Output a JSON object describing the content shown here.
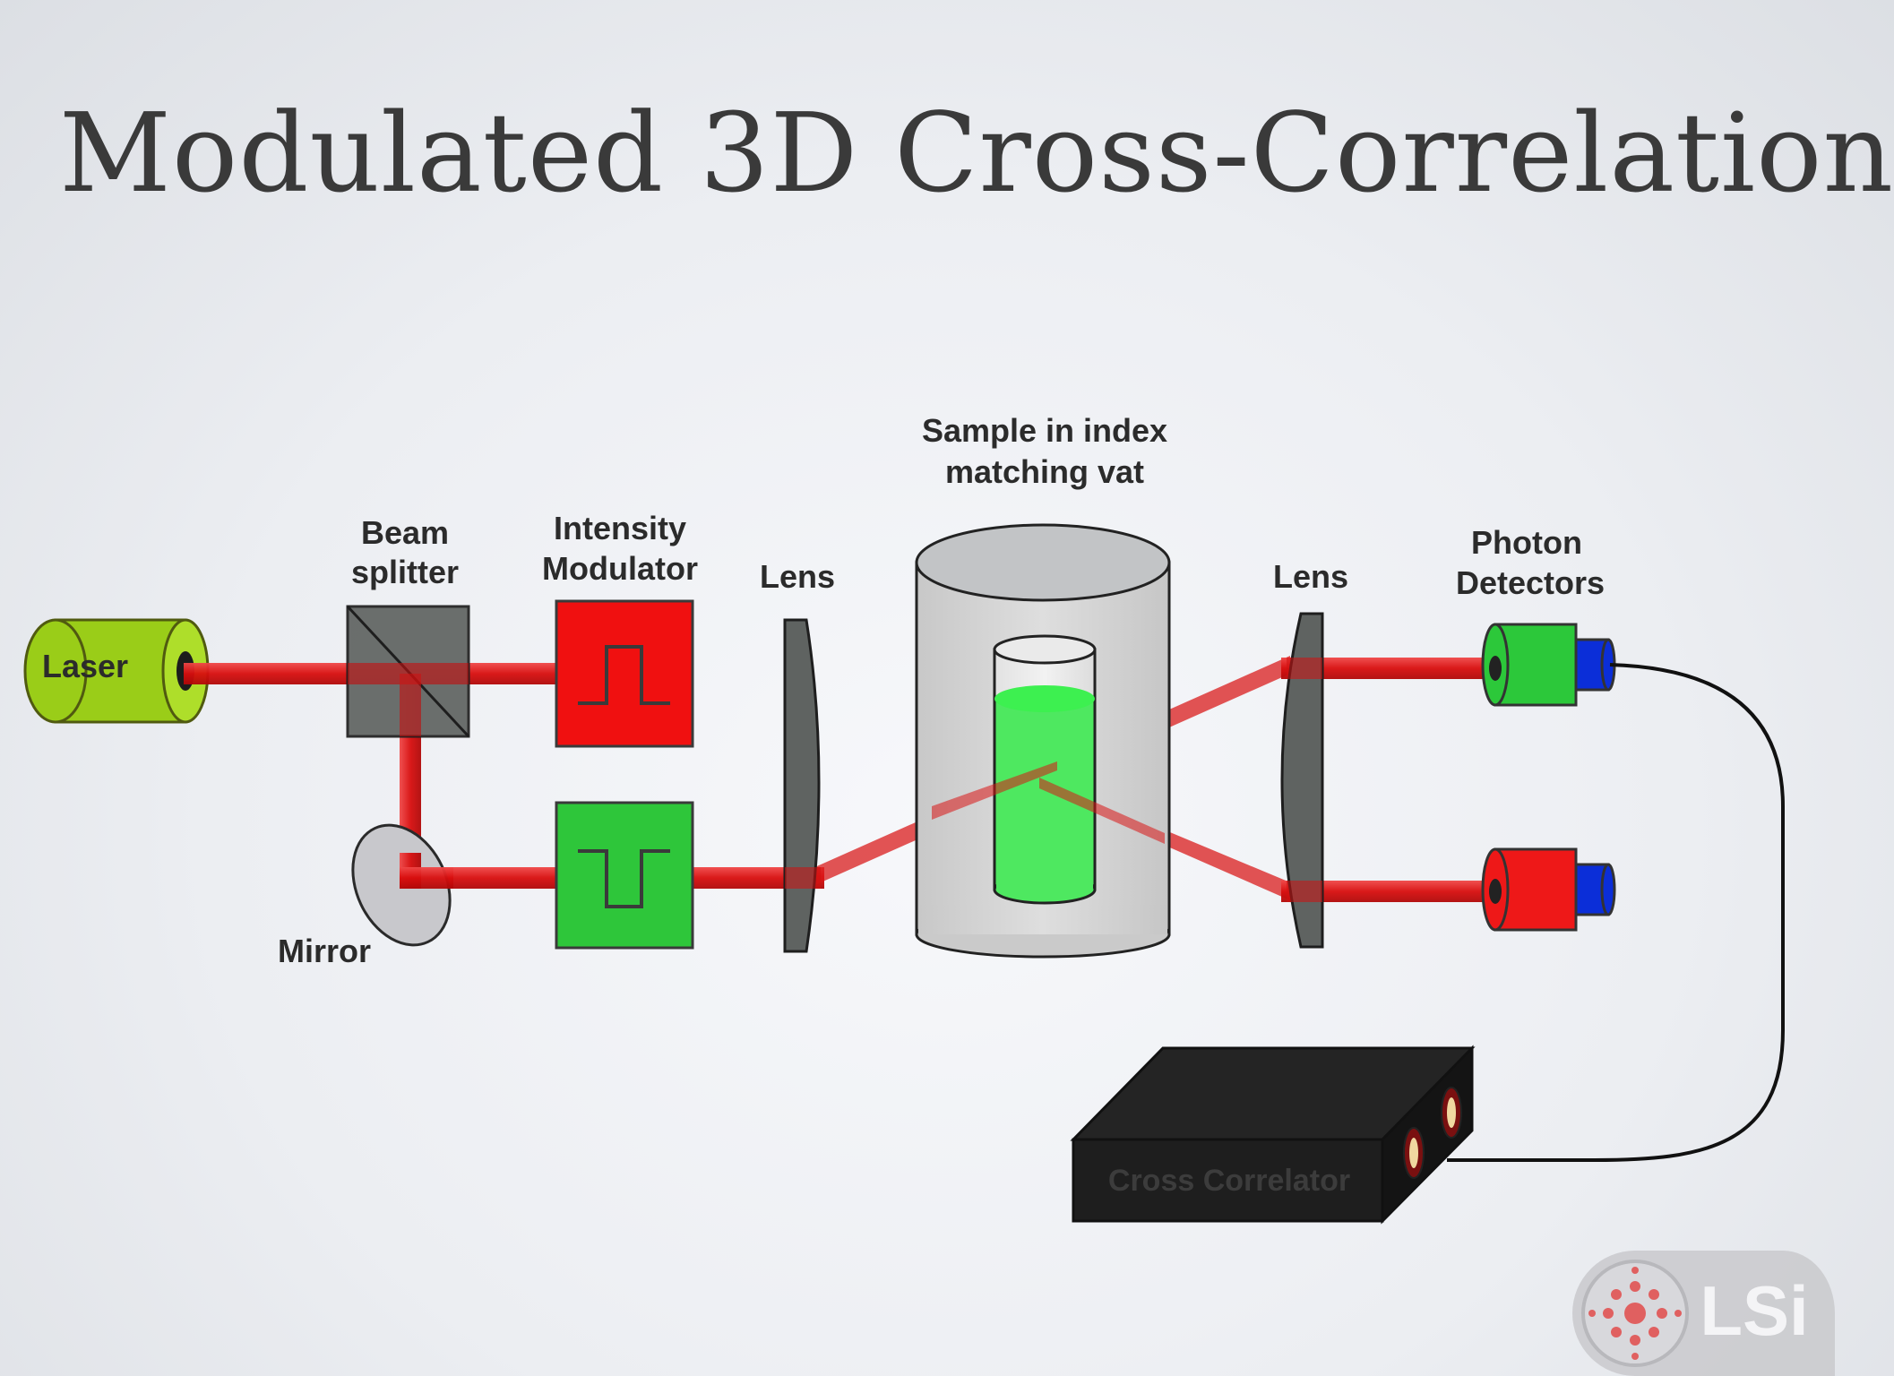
{
  "title": "Modulated 3D Cross-Correlation",
  "labels": {
    "laser": "Laser",
    "beam_splitter": [
      "Beam",
      "splitter"
    ],
    "intensity_modulator": [
      "Intensity",
      "Modulator"
    ],
    "lens_left": "Lens",
    "sample": [
      "Sample in index",
      "matching vat"
    ],
    "lens_right": "Lens",
    "photon_detectors": [
      "Photon",
      "Detectors"
    ],
    "mirror": "Mirror",
    "cross_correlator": "Cross Correlator",
    "logo": "LSi"
  },
  "colors": {
    "beam": "#e01818",
    "laser_body": "#9acd18",
    "modulator_top": "#f01010",
    "modulator_bottom": "#2ec63a",
    "sample_liquid": "#4ee860",
    "detector_green": "#2cc83a",
    "detector_red": "#ee1818",
    "detector_cap": "#0b2ed8",
    "correlator": "#1e1e1e"
  }
}
